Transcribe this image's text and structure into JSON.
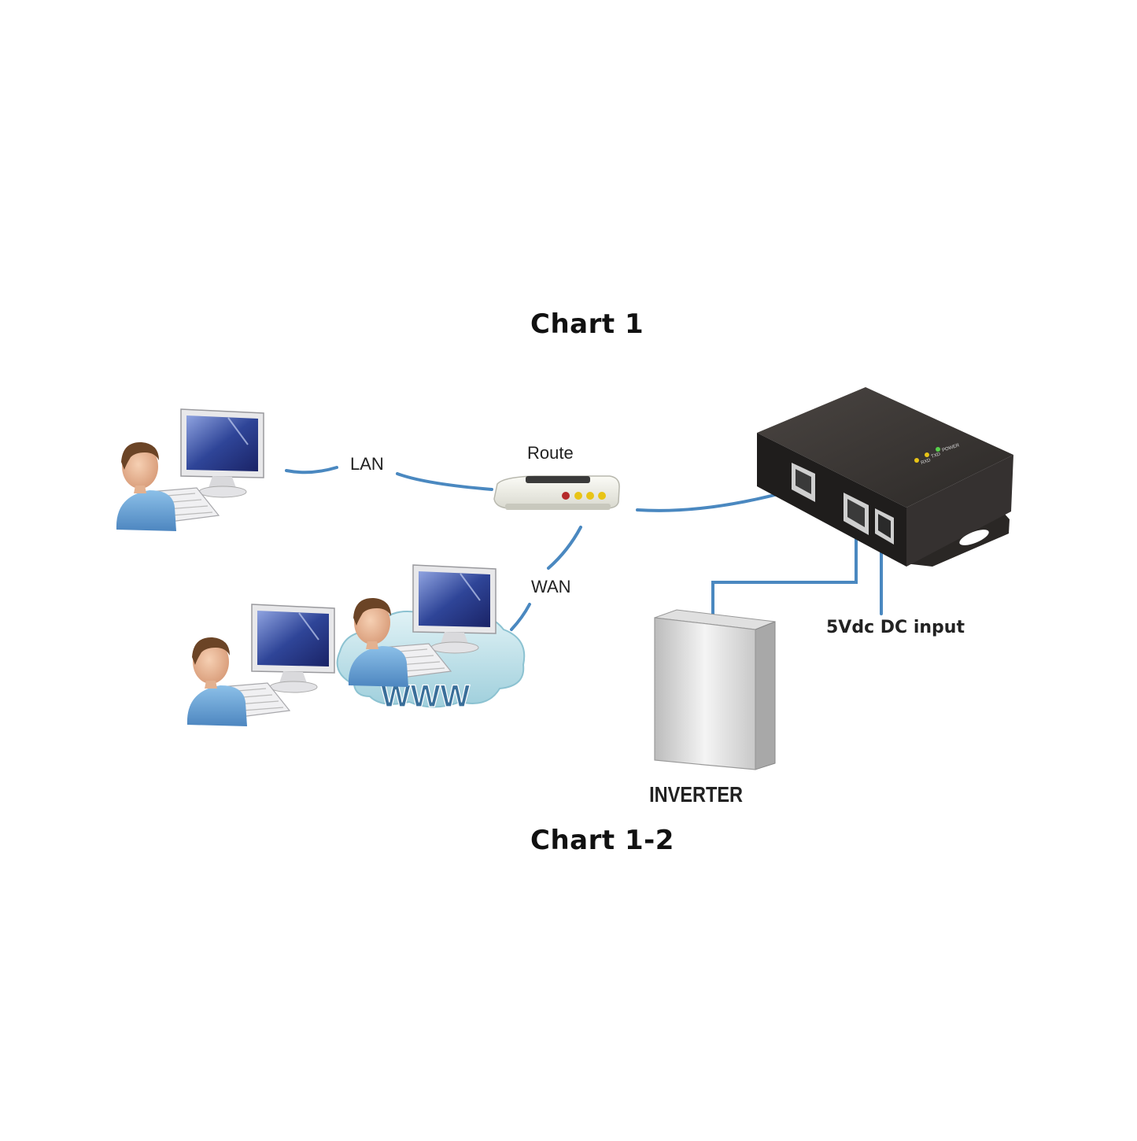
{
  "captions": {
    "top": "Chart 1",
    "bottom": "Chart 1-2"
  },
  "labels": {
    "lan": "LAN",
    "wan": "WAN",
    "router": "Route",
    "dc_input": "5Vdc DC input",
    "inverter": "INVERTER",
    "cloud": "WWW"
  },
  "device_leds": [
    "POWER",
    "TXD",
    "RXD"
  ],
  "colors": {
    "cable": "#4a88c0",
    "device_body": "#2f2c2a",
    "monitor_screen": "#2d3f8e",
    "person_shirt": "#6fa6d6",
    "cloud": "#bfe1ea"
  },
  "icons": [
    "user-computer-icon",
    "router-icon",
    "cloud-icon",
    "data-logger-icon",
    "inverter-icon"
  ]
}
